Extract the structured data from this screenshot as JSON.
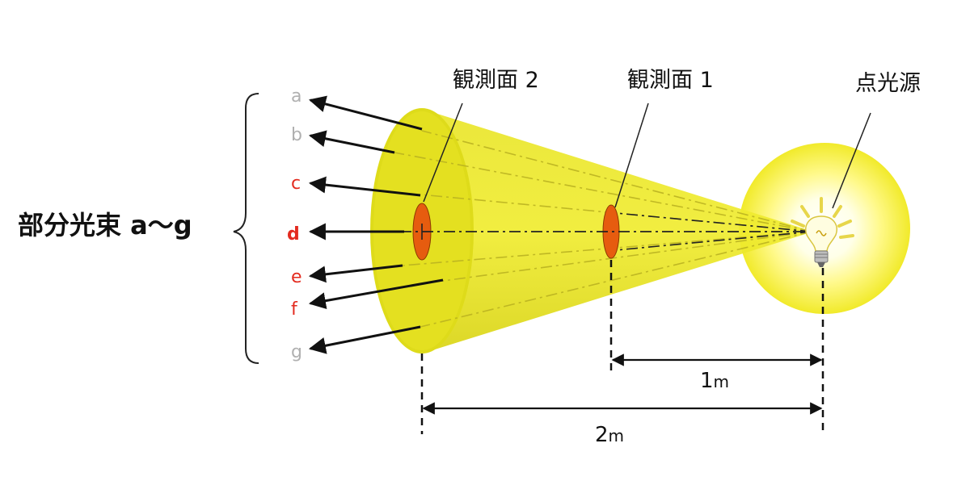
{
  "labels": {
    "plane2": "観測面 2",
    "plane1": "観測面 1",
    "source": "点光源",
    "beams": "部分光束 a〜g"
  },
  "rays": [
    {
      "id": "a",
      "label": "a",
      "color": "#b0b0b0",
      "highlight": false
    },
    {
      "id": "b",
      "label": "b",
      "color": "#b0b0b0",
      "highlight": false
    },
    {
      "id": "c",
      "label": "c",
      "color": "#e32b1f",
      "highlight": false
    },
    {
      "id": "d",
      "label": "d",
      "color": "#e32b1f",
      "highlight": true
    },
    {
      "id": "e",
      "label": "e",
      "color": "#e32b1f",
      "highlight": false
    },
    {
      "id": "f",
      "label": "f",
      "color": "#e32b1f",
      "highlight": false
    },
    {
      "id": "g",
      "label": "g",
      "color": "#b0b0b0",
      "highlight": false
    }
  ],
  "distances": {
    "d1": {
      "value": "1",
      "unit": "m"
    },
    "d2": {
      "value": "2",
      "unit": "m"
    }
  },
  "colors": {
    "cone": "#e8e61c",
    "observation_area": "#e65c0f",
    "glow": "#fff7a0",
    "ray_gray": "#b0b0b0",
    "ray_red": "#e32b1f"
  },
  "icons": {
    "source": "light-bulb-icon",
    "bracket": "curly-brace-icon"
  }
}
